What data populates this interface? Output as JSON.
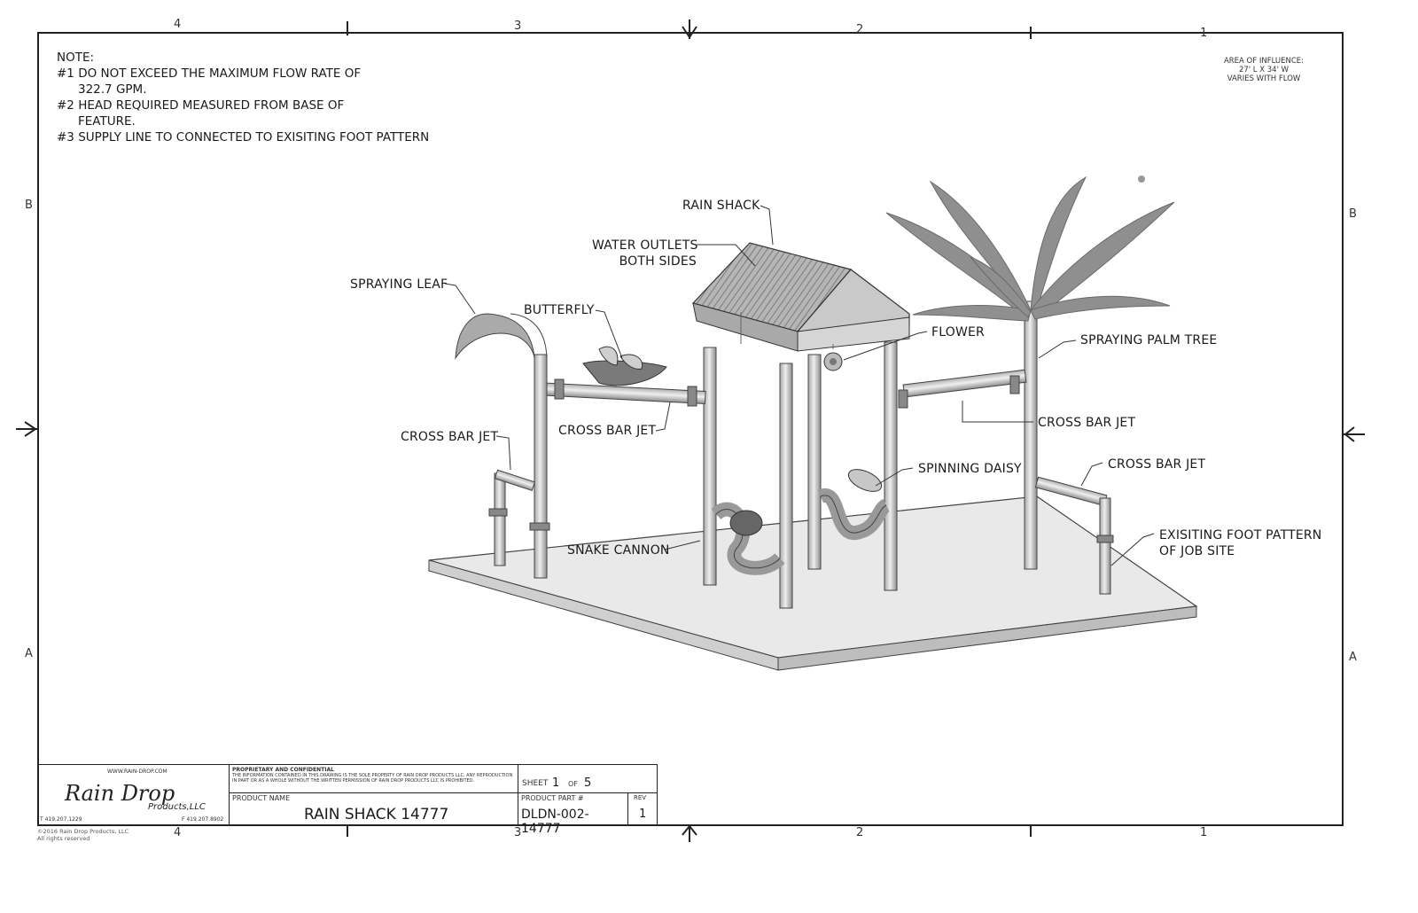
{
  "notes": {
    "heading": "NOTE:",
    "lines": [
      "#1 DO NOT EXCEED THE MAXIMUM FLOW RATE OF",
      "322.7 GPM.",
      "#2 HEAD REQUIRED MEASURED FROM BASE OF",
      "FEATURE.",
      "#3 SUPPLY LINE TO CONNECTED TO EXISITING FOOT PATTERN"
    ]
  },
  "area_of_influence": {
    "line1": "AREA OF INFLUENCE:",
    "line2": "27' L X 34' W",
    "line3": "VARIES WITH FLOW"
  },
  "zones": {
    "columns": [
      "4",
      "3",
      "2",
      "1"
    ],
    "rows": [
      "B",
      "A"
    ]
  },
  "callouts": {
    "rain_shack": "RAIN SHACK",
    "water_outlets_1": "WATER OUTLETS",
    "water_outlets_2": "BOTH SIDES",
    "spraying_leaf": "SPRAYING LEAF",
    "butterfly": "BUTTERFLY",
    "flower": "FLOWER",
    "spraying_palm_tree": "SPRAYING PALM TREE",
    "cross_bar_jet_top_left": "CROSS BAR JET",
    "cross_bar_jet_left": "CROSS BAR JET",
    "cross_bar_jet_right_upper": "CROSS BAR JET",
    "cross_bar_jet_right_lower": "CROSS BAR JET",
    "spinning_daisy": "SPINNING DAISY",
    "snake_cannon": "SNAKE CANNON",
    "foot_pattern_1": "EXISITING FOOT PATTERN",
    "foot_pattern_2": "OF JOB SITE"
  },
  "title_block": {
    "website": "WWW.RAIN-DROP.COM",
    "logo_main": "Rain Drop",
    "logo_sub": "Products,LLC",
    "phone": "T 419.207.1229",
    "fax": "F 419.207.8902",
    "proprietary_title": "PROPRIETARY AND CONFIDENTIAL",
    "proprietary_text": "THE INFORMATION CONTAINED IN THIS DRAWING IS THE SOLE PROPERTY OF RAIN DROP PRODUCTS LLC. ANY REPRODUCTION IN PART OR AS A WHOLE WITHOUT THE WRITTEN PERMISSION OF RAIN DROP PRODUCTS LLC IS PROHIBITED.",
    "product_name_label": "PRODUCT NAME",
    "product_name": "RAIN SHACK 14777",
    "sheet_label": "SHEET",
    "sheet_num": "1",
    "of_label": "OF",
    "sheet_total": "5",
    "part_label": "PRODUCT PART #",
    "part_number": "DLDN-002-14777",
    "rev_label": "REV",
    "rev": "1",
    "copyright": "©2016 Rain Drop Products, LLC",
    "rights": "All rights reserved"
  },
  "colors": {
    "line": "#222222",
    "pipe": "#d8d8d8",
    "pipe_shade": "#9a9a9a",
    "slab": "#e6e6e6",
    "palm": "#8a8a8a"
  }
}
